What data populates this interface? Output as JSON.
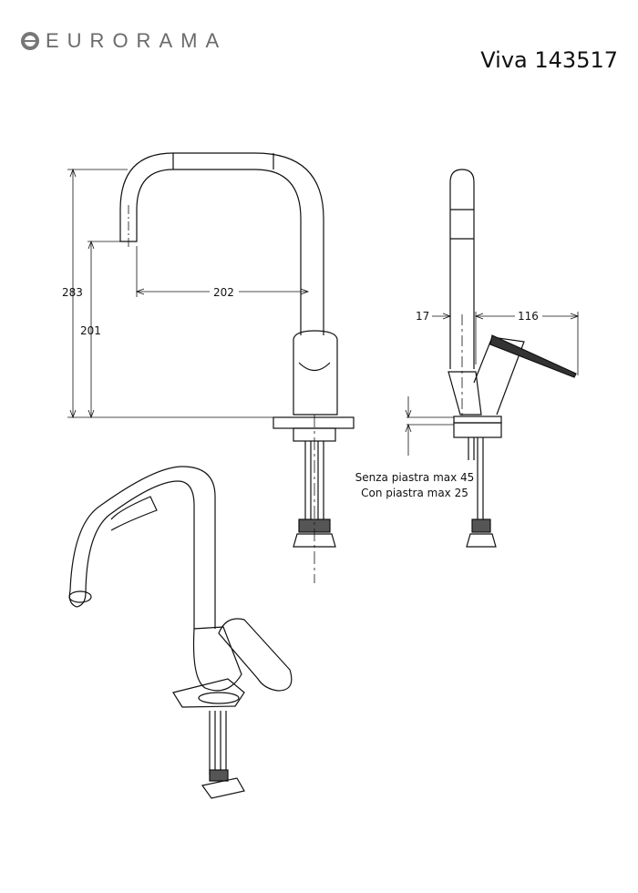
{
  "brand": {
    "logo_text": "EURORAMA"
  },
  "title": "Viva 143517",
  "dimensions": {
    "total_height": "283",
    "spout_height": "201",
    "spout_reach": "202",
    "side_offset": "17",
    "lever_reach": "116"
  },
  "note": {
    "line1": "Senza piastra max 45",
    "line2": "Con piastra max 25"
  }
}
